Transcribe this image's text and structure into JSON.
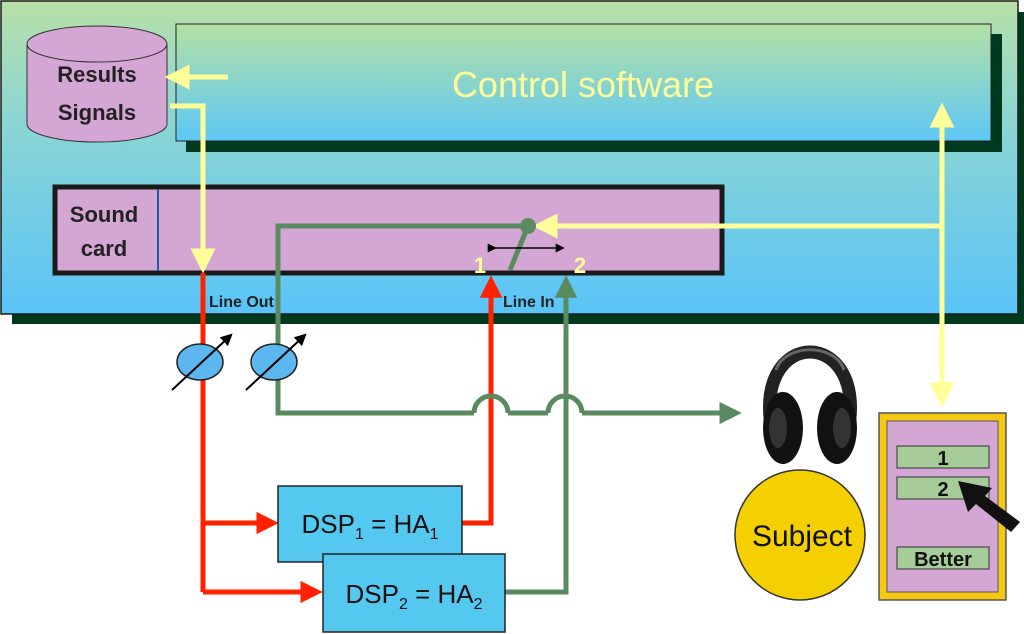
{
  "storage": {
    "line1": "Results",
    "line2": "Signals"
  },
  "software": {
    "title": "Control software"
  },
  "sound_card": {
    "line1": "Sound",
    "line2": "card"
  },
  "switch": {
    "pos1": "1",
    "pos2": "2"
  },
  "ports": {
    "line_out": "Line Out",
    "line_in": "Line In"
  },
  "dsp1": {
    "left": "DSP",
    "left_sub": "1",
    "eq": " = HA",
    "right_sub": "1"
  },
  "dsp2": {
    "left": "DSP",
    "left_sub": "2",
    "eq": " = HA",
    "right_sub": "2"
  },
  "subject": {
    "label": "Subject"
  },
  "response_box": {
    "option1": "1",
    "option2": "2",
    "better": "Better"
  },
  "colors": {
    "arrow_yellow": "#ffff99",
    "signal_red": "#ff2200",
    "signal_green": "#5a8a60",
    "purple_fill": "#d4a6d4",
    "blue_fill": "#55c8f0",
    "subject_fill": "#f5d000"
  }
}
